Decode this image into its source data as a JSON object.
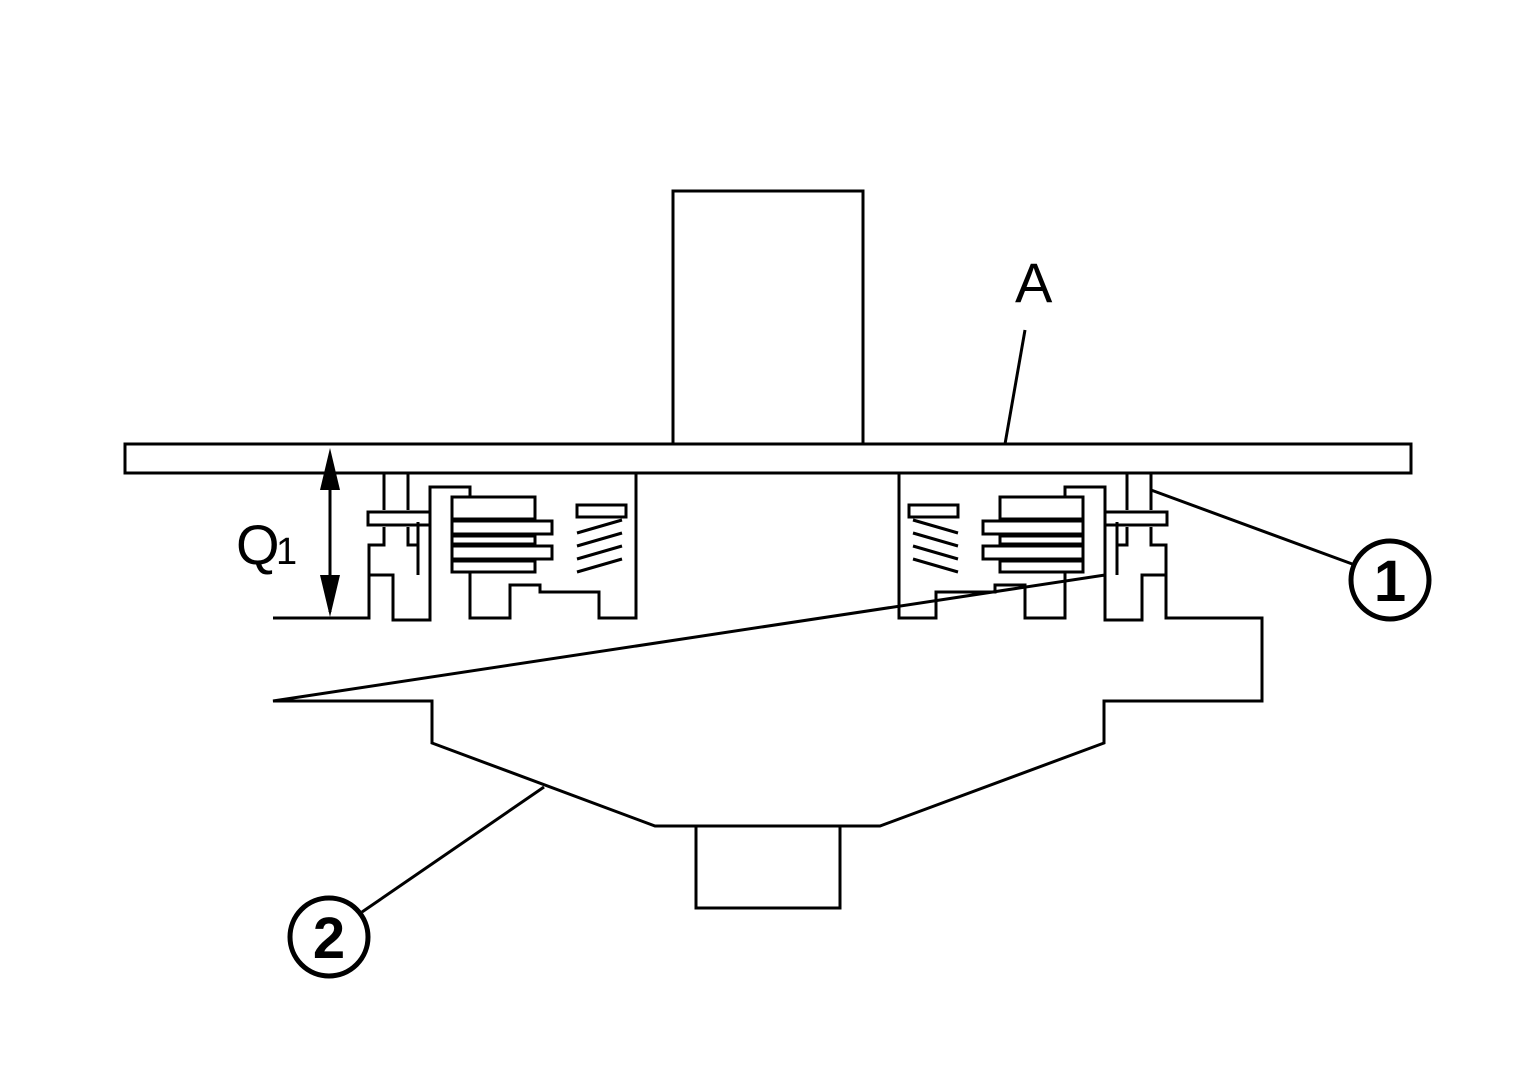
{
  "labels": {
    "a": "A",
    "q": "Q",
    "q_sub": "1",
    "callout_1": "1",
    "callout_2": "2"
  }
}
